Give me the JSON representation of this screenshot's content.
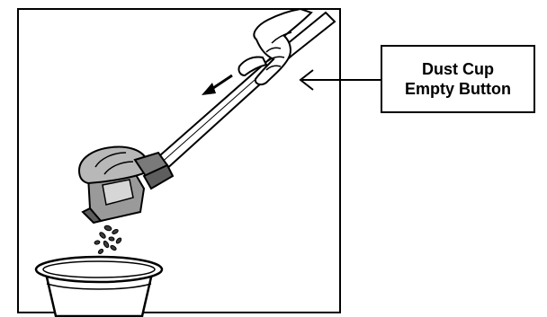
{
  "callout": {
    "line1": "Dust Cup",
    "line2": "Empty Button"
  },
  "colors": {
    "ink": "#000000",
    "paper": "#ffffff",
    "housing_light": "#b8b8b8",
    "housing_mid": "#9a9a9a",
    "housing_dark": "#5e5e5e",
    "debris": "#3a3a3a"
  },
  "icons": {
    "arrow": "left-arrow",
    "hand": "hand-gripping-handle"
  }
}
